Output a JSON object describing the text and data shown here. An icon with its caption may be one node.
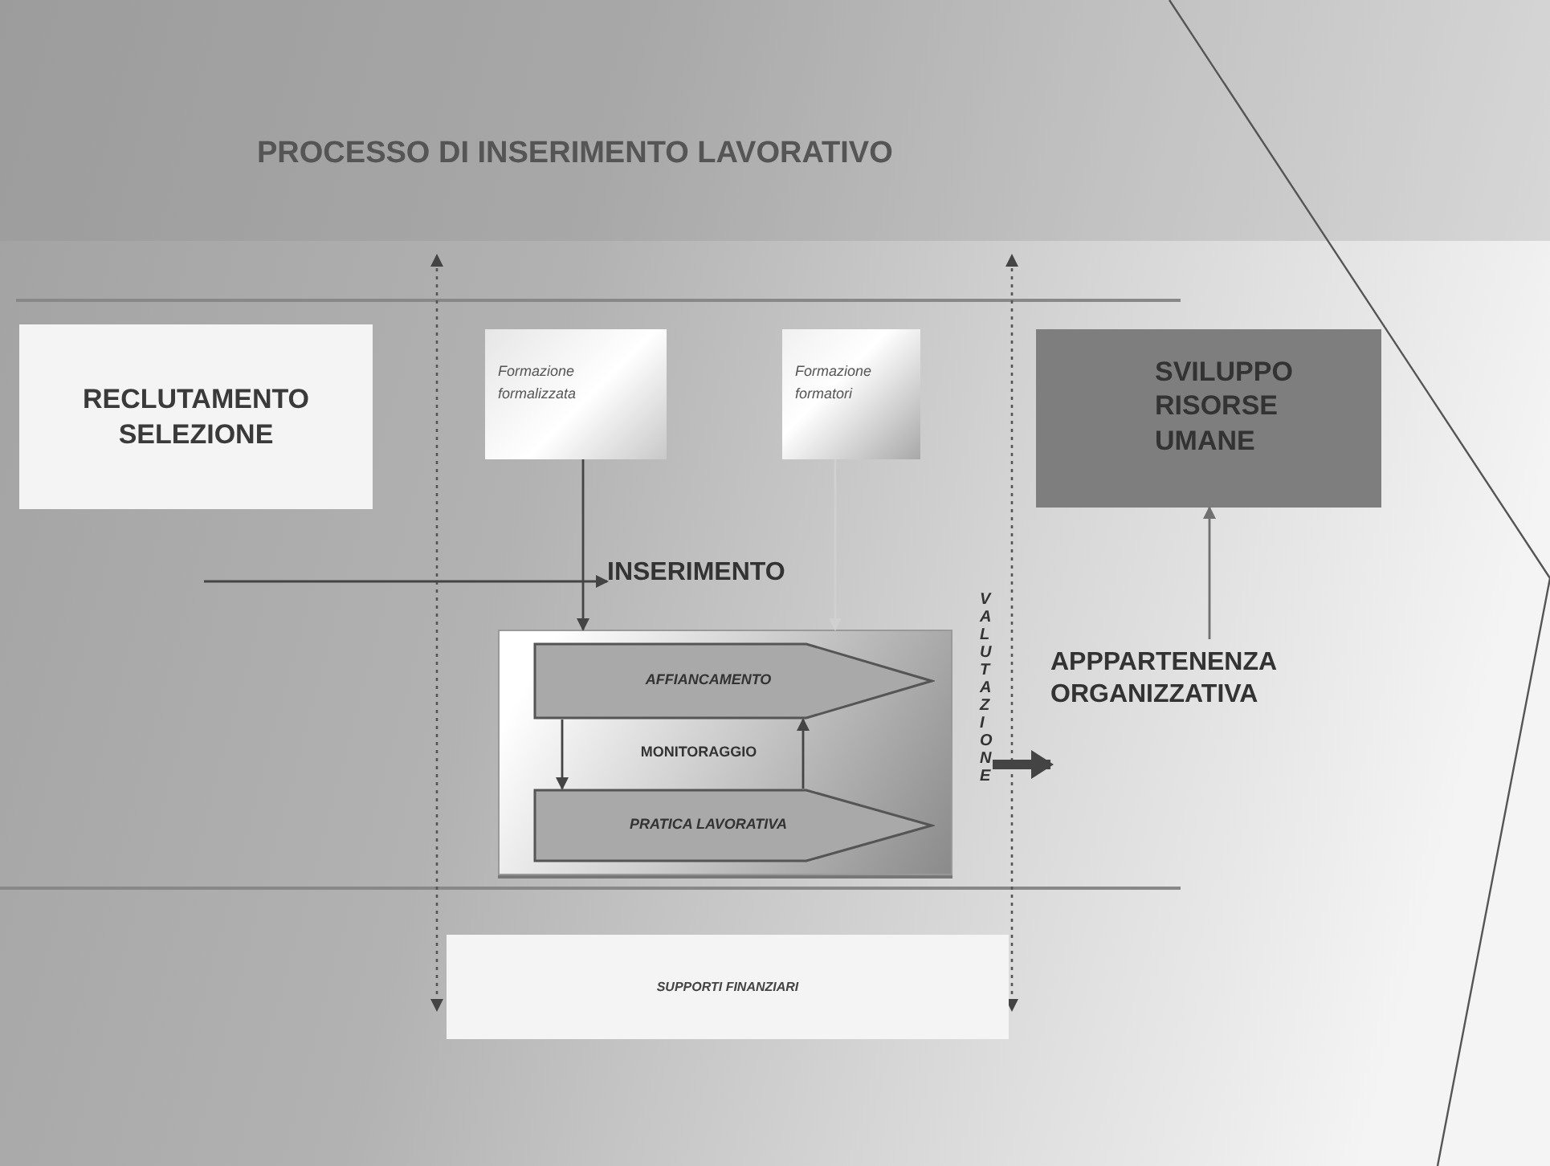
{
  "diagram": {
    "title": "PROCESSO DI INSERIMENTO LAVORATIVO",
    "nodes": [
      {
        "text": [
          "RECLUTAMENTO SELEZIONE"
        ]
      },
      {
        "text": [
          "Formazione formalizzata"
        ]
      },
      {
        "text": [
          "Formazione formatori"
        ]
      },
      {
        "text": [
          "SVILUPPO RISORSE UMANE"
        ]
      },
      {
        "text": [
          "INSERIMENTO"
        ]
      },
      {
        "text": [],
        "shape": "box"
      },
      {
        "text": [
          "AFFIANCAMENTO"
        ],
        "in": 5
      },
      {
        "text": [
          "MONITORAGGIO"
        ],
        "in": 5
      },
      {
        "text": [
          "PRATICA LAVORATIVA"
        ],
        "in": 5
      },
      {
        "text": [
          "VALUTAZIONE"
        ]
      },
      {
        "text": [
          "APPPARTENENZA ORGANIZZATIVA"
        ]
      },
      {
        "text": [
          "SUPPORTI FINANZIARI"
        ]
      }
    ],
    "edges": [
      {
        "from": null,
        "to": 4,
        "arrow": "to"
      },
      {
        "from": 1,
        "to": 5,
        "arrow": "to"
      },
      {
        "from": 2,
        "to": 5,
        "arrow": "to",
        "color": "#d0d0d0"
      },
      {
        "from": 6,
        "to": 8,
        "arrow": "to"
      },
      {
        "from": 8,
        "to": 6,
        "arrow": "to"
      },
      {
        "from": 9,
        "to": 10,
        "arrow": "to",
        "style": "thick"
      },
      {
        "from": 10,
        "to": 3,
        "arrow": "to",
        "color": "#707070"
      }
    ]
  }
}
